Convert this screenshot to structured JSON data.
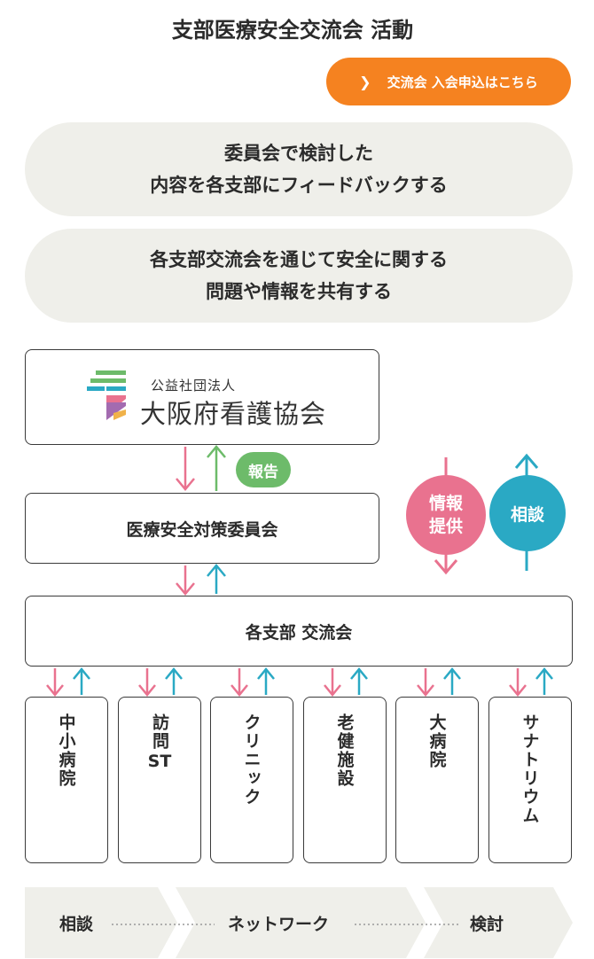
{
  "title": "支部医療安全交流会 活動",
  "cta": {
    "label": "交流会 入会申込はこちら",
    "icon": "chevron-right-icon",
    "color": "#f58220"
  },
  "pills": [
    {
      "lines": [
        "委員会で検討した",
        "内容を各支部にフィードバックする"
      ]
    },
    {
      "lines": [
        "各支部交流会を通じて安全に関する",
        "問題や情報を共有する"
      ]
    }
  ],
  "org": {
    "subtitle": "公益社団法人",
    "name": "大阪府看護協会"
  },
  "report_badge": "報告",
  "committee": "医療安全対策委員会",
  "branch": "各支部 交流会",
  "info_badge": [
    "情報",
    "提供"
  ],
  "consult_badge": "相談",
  "facilities": [
    {
      "label": "中小病院"
    },
    {
      "label": "訪問",
      "label2": "ST"
    },
    {
      "label": "クリニック"
    },
    {
      "label": "老健施設"
    },
    {
      "label": "大病院"
    },
    {
      "label": "サナトリウム"
    }
  ],
  "flow": [
    "相談",
    "ネットワーク",
    "検討"
  ],
  "colors": {
    "pink": "#e9728f",
    "teal": "#2aa9c4",
    "green": "#6dbb6a",
    "orange": "#f58220",
    "pill_bg": "#efefea"
  }
}
